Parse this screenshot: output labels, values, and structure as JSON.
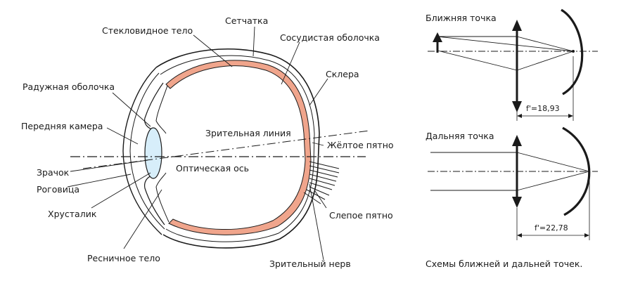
{
  "eye": {
    "labels": {
      "vitreous": "Стекловидное тело",
      "retina": "Сетчатка",
      "choroid": "Сосудистая оболочка",
      "sclera": "Склера",
      "iris": "Радужная оболочка",
      "anterior_chamber": "Передняя камера",
      "visual_line": "Зрительная линия",
      "macula": "Жёлтое пятно",
      "pupil": "Зрачок",
      "optical_axis": "Оптическая ось",
      "cornea": "Роговица",
      "lens": "Хрусталик",
      "blind_spot": "Слепое пятно",
      "ciliary_body": "Ресничное тело",
      "optic_nerve": "Зрительный нерв"
    }
  },
  "schemes": {
    "near_title": "Ближняя точка",
    "near_focal": "f'=18,93",
    "far_title": "Дальняя точка",
    "far_focal": "f'=22,78",
    "caption": "Схемы ближней и дальней точек."
  },
  "colors": {
    "stroke": "#1a1a1a",
    "retina_fill": "#f0a58c",
    "lens_fill": "#d7eefa"
  }
}
